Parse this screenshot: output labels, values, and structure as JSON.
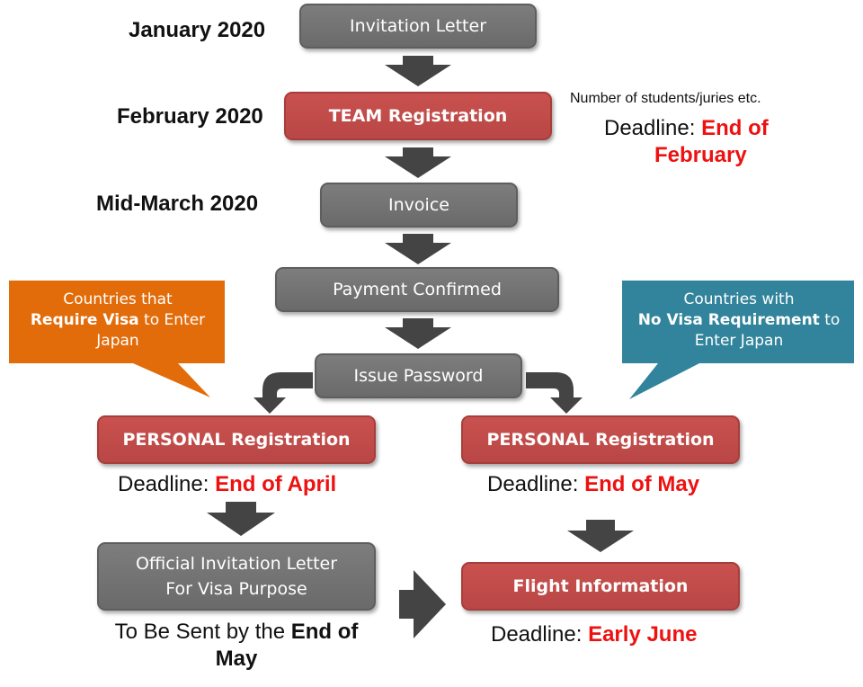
{
  "colors": {
    "gray_box": "#6e6e6e",
    "red_box": "#be4b48",
    "arrow": "#444444",
    "deadline_red": "#ee1111",
    "callout_orange": "#e36c0a",
    "callout_teal": "#31849b"
  },
  "timeline": {
    "january": "January 2020",
    "february": "February 2020",
    "mid_march": "Mid-March 2020"
  },
  "steps": {
    "invitation_letter": "Invitation Letter",
    "team_registration": "TEAM Registration",
    "invoice": "Invoice",
    "payment_confirmed": "Payment Confirmed",
    "issue_password": "Issue Password",
    "personal_registration_left": "PERSONAL Registration",
    "personal_registration_right": "PERSONAL Registration",
    "official_invitation_line1": "Official Invitation Letter",
    "official_invitation_line2": "For Visa Purpose",
    "flight_information": "Flight Information"
  },
  "team_note": {
    "note": "Number of students/juries etc.",
    "deadline_label": "Deadline: ",
    "deadline_value_line1": "End of",
    "deadline_value_line2": "February"
  },
  "left_branch": {
    "deadline_label": "Deadline: ",
    "deadline_value": "End of April",
    "sent_prefix": "To Be Sent by the ",
    "sent_bold_line1": "End of",
    "sent_bold_line2": "May"
  },
  "right_branch": {
    "deadline_label": "Deadline: ",
    "deadline_value": "End of May",
    "flight_deadline_label": "Deadline: ",
    "flight_deadline_value": "Early June"
  },
  "callout_visa": {
    "line1": "Countries that",
    "bold": "Require Visa",
    "line2_rest": " to Enter",
    "line3": "Japan"
  },
  "callout_no_visa": {
    "line1": "Countries with",
    "bold": "No Visa Requirement",
    "line2_rest": " to",
    "line3": "Enter Japan"
  }
}
